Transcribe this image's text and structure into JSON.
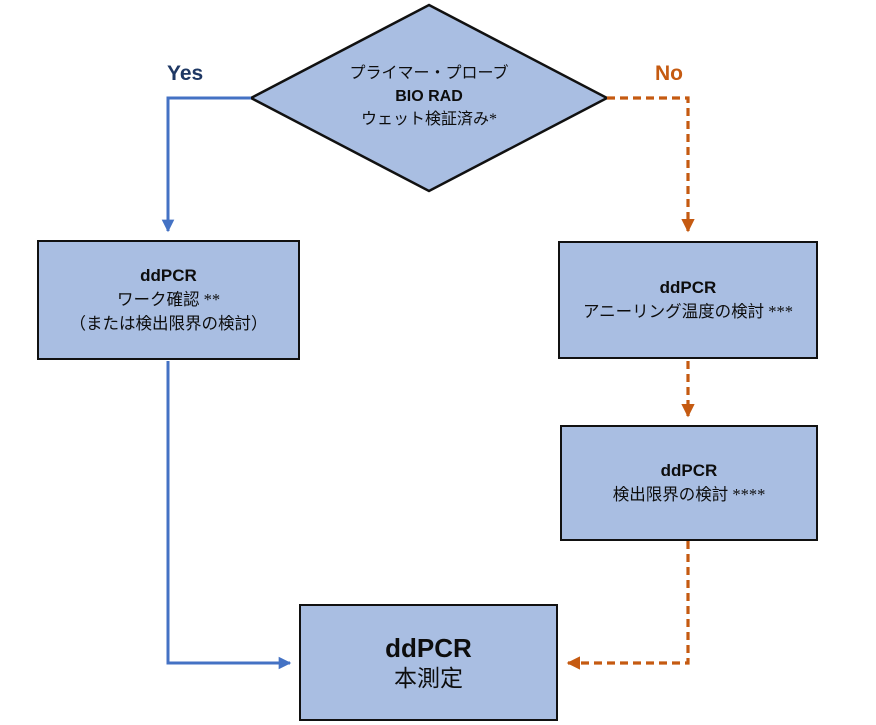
{
  "colors": {
    "node_fill": "#A9BEE2",
    "node_border": "#111111",
    "yes_line": "#4472C4",
    "yes_text": "#1F3864",
    "no_line": "#C55A11"
  },
  "decision": {
    "line1": "プライマー・プローブ",
    "line2": "BIO RAD",
    "line3": "ウェット検証済み*"
  },
  "branch_labels": {
    "yes": "Yes",
    "no": "No"
  },
  "boxes": {
    "work_check": {
      "title": "ddPCR",
      "line1": "ワーク確認 **",
      "line2": "（または検出限界の検討）"
    },
    "annealing": {
      "title": "ddPCR",
      "line1": "アニーリング温度の検討 ***"
    },
    "detection_limit": {
      "title": "ddPCR",
      "line1": "検出限界の検討 ****"
    },
    "main_measurement": {
      "title": "ddPCR",
      "line1": "本測定"
    }
  }
}
